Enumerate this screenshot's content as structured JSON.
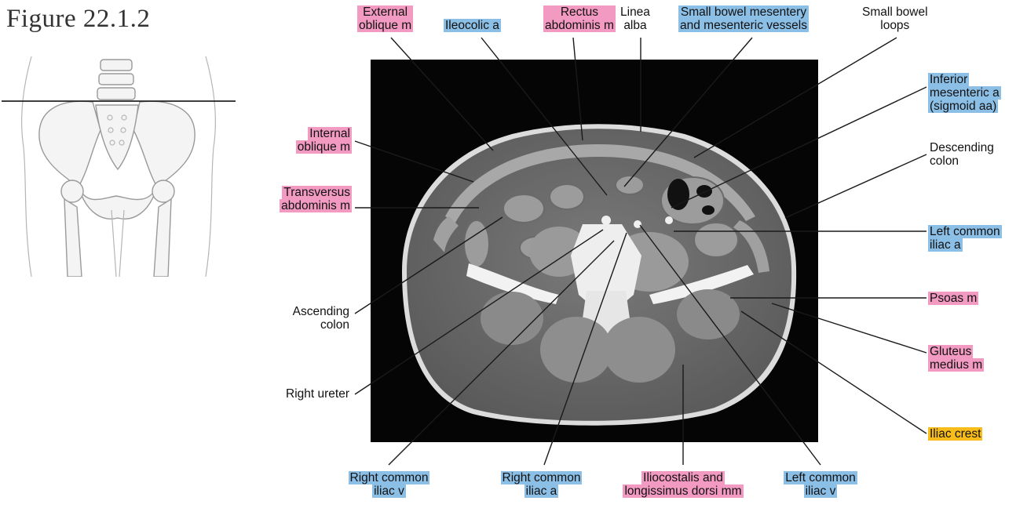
{
  "figure_title": "Figure 22.1.2",
  "colors": {
    "muscle": "#f29ac1",
    "vessel": "#8cbfe6",
    "bone": "#f9bd1b"
  },
  "labels": {
    "external_oblique": [
      "External",
      "oblique m"
    ],
    "ileocolic": [
      "Ileocolic a"
    ],
    "rectus": [
      "Rectus",
      "abdominis m"
    ],
    "linea_alba": [
      "Linea",
      "alba"
    ],
    "sb_mesentery": [
      "Small bowel mesentery",
      "and mesenteric vessels"
    ],
    "sb_loops": [
      "Small bowel",
      "loops"
    ],
    "internal_oblique": [
      "Internal",
      "oblique m"
    ],
    "transversus": [
      "Transversus",
      "abdominis m"
    ],
    "ascending_colon": [
      "Ascending",
      "colon"
    ],
    "right_ureter": [
      "Right ureter"
    ],
    "inferior_mesenteric": [
      "Inferior",
      "mesenteric a",
      "(sigmoid aa)"
    ],
    "descending_colon": [
      "Descending",
      "colon"
    ],
    "left_common_iliac_a": [
      "Left common",
      "iliac a"
    ],
    "psoas": [
      "Psoas m"
    ],
    "gluteus": [
      "Gluteus",
      "medius m"
    ],
    "iliac_crest": [
      "Iliac crest"
    ],
    "right_common_iliac_v": [
      "Right common",
      "iliac v"
    ],
    "right_common_iliac_a": [
      "Right common",
      "iliac a"
    ],
    "iliocostalis": [
      "Iliocostalis and",
      "longissimus dorsi mm"
    ],
    "left_common_iliac_v": [
      "Left common",
      "iliac v"
    ]
  }
}
